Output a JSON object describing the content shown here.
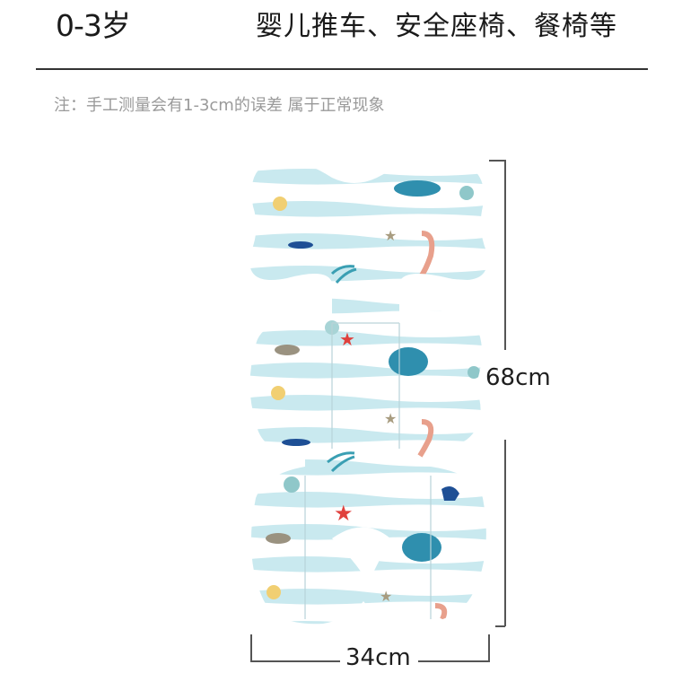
{
  "header": {
    "age_range": "0-3岁",
    "usage": "婴儿推车、安全座椅、餐椅等"
  },
  "note": "注：手工测量会有1-3cm的误差 属于正常现象",
  "product": {
    "name": "stroller-seat-cushion",
    "pattern": "light blue and white stripes with sea creatures (whales, fish, starfish, shells, seaweed)",
    "colors": {
      "stripe": "#c9e9ef",
      "base": "#ffffff",
      "whale": "#2f8fae",
      "fish_dark": "#1e4f95",
      "star_red": "#e0413d",
      "coral": "#e8a08c"
    }
  },
  "dimensions": {
    "height": "68cm",
    "width": "34cm"
  }
}
